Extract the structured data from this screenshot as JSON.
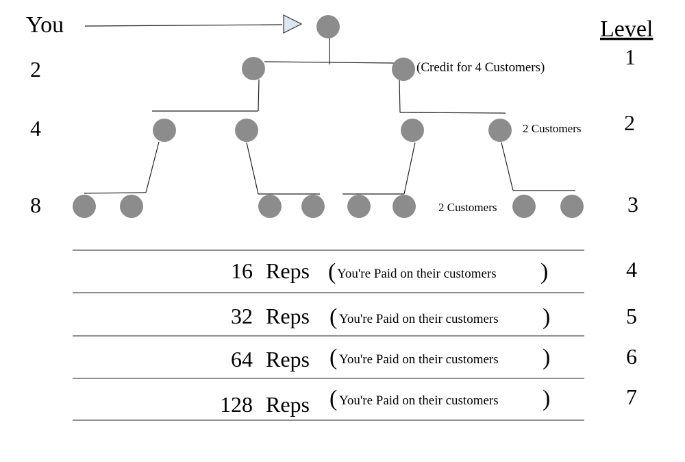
{
  "you_label": "You",
  "level_header": "Level",
  "credit_note": "(Credit for 4 Customers)",
  "customers_note_1": "2 Customers",
  "customers_note_2": "2 Customers",
  "rows": [
    {
      "count": "2",
      "level": "1"
    },
    {
      "count": "4",
      "level": "2"
    },
    {
      "count": "8",
      "level": "3"
    }
  ],
  "reps_rows": [
    {
      "number": "16",
      "word": "Reps",
      "note": "You're Paid on their customers",
      "level": "4"
    },
    {
      "number": "32",
      "word": "Reps",
      "note": "You're Paid on their customers",
      "level": "5"
    },
    {
      "number": "64",
      "word": "Reps",
      "note": "You're Paid on their customers",
      "level": "6"
    },
    {
      "number": "128",
      "word": "Reps",
      "note": "You're Paid on their customers",
      "level": "7"
    }
  ],
  "colors": {
    "node": "#8c8c8c",
    "line": "#222222",
    "arrowhead": "#dde6ee"
  }
}
